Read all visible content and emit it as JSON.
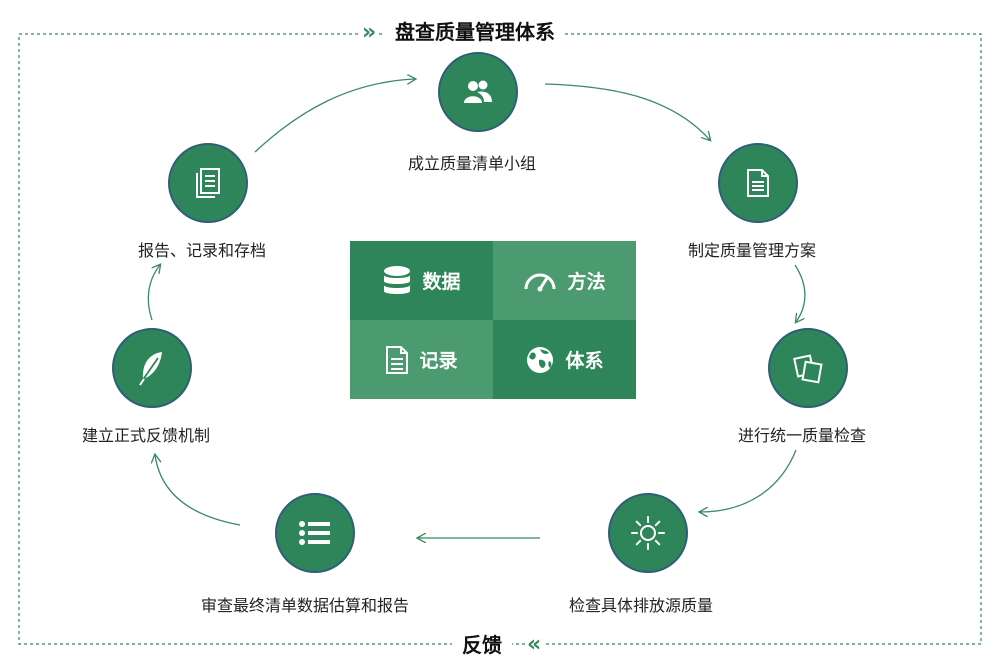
{
  "diagram": {
    "title_top": "盘查质量管理体系",
    "title_bottom": "反馈",
    "nodes": [
      {
        "label": "成立质量清单小组",
        "icon": "users-icon"
      },
      {
        "label": "制定质量管理方案",
        "icon": "document-icon"
      },
      {
        "label": "进行统一质量检查",
        "icon": "cards-icon"
      },
      {
        "label": "检查具体排放源质量",
        "icon": "sun-icon"
      },
      {
        "label": "审查最终清单数据估算和报告",
        "icon": "list-icon"
      },
      {
        "label": "建立正式反馈机制",
        "icon": "feather-icon"
      },
      {
        "label": "报告、记录和存档",
        "icon": "report-icon"
      }
    ],
    "center": [
      {
        "label": "数据",
        "icon": "database-icon"
      },
      {
        "label": "方法",
        "icon": "gauge-icon"
      },
      {
        "label": "记录",
        "icon": "file-icon"
      },
      {
        "label": "体系",
        "icon": "globe-icon"
      }
    ],
    "colors": {
      "primary": "#2e8559",
      "tile_light": "#4c9a70",
      "accent": "#2e8b57",
      "node_border": "#2f5d7a"
    }
  }
}
